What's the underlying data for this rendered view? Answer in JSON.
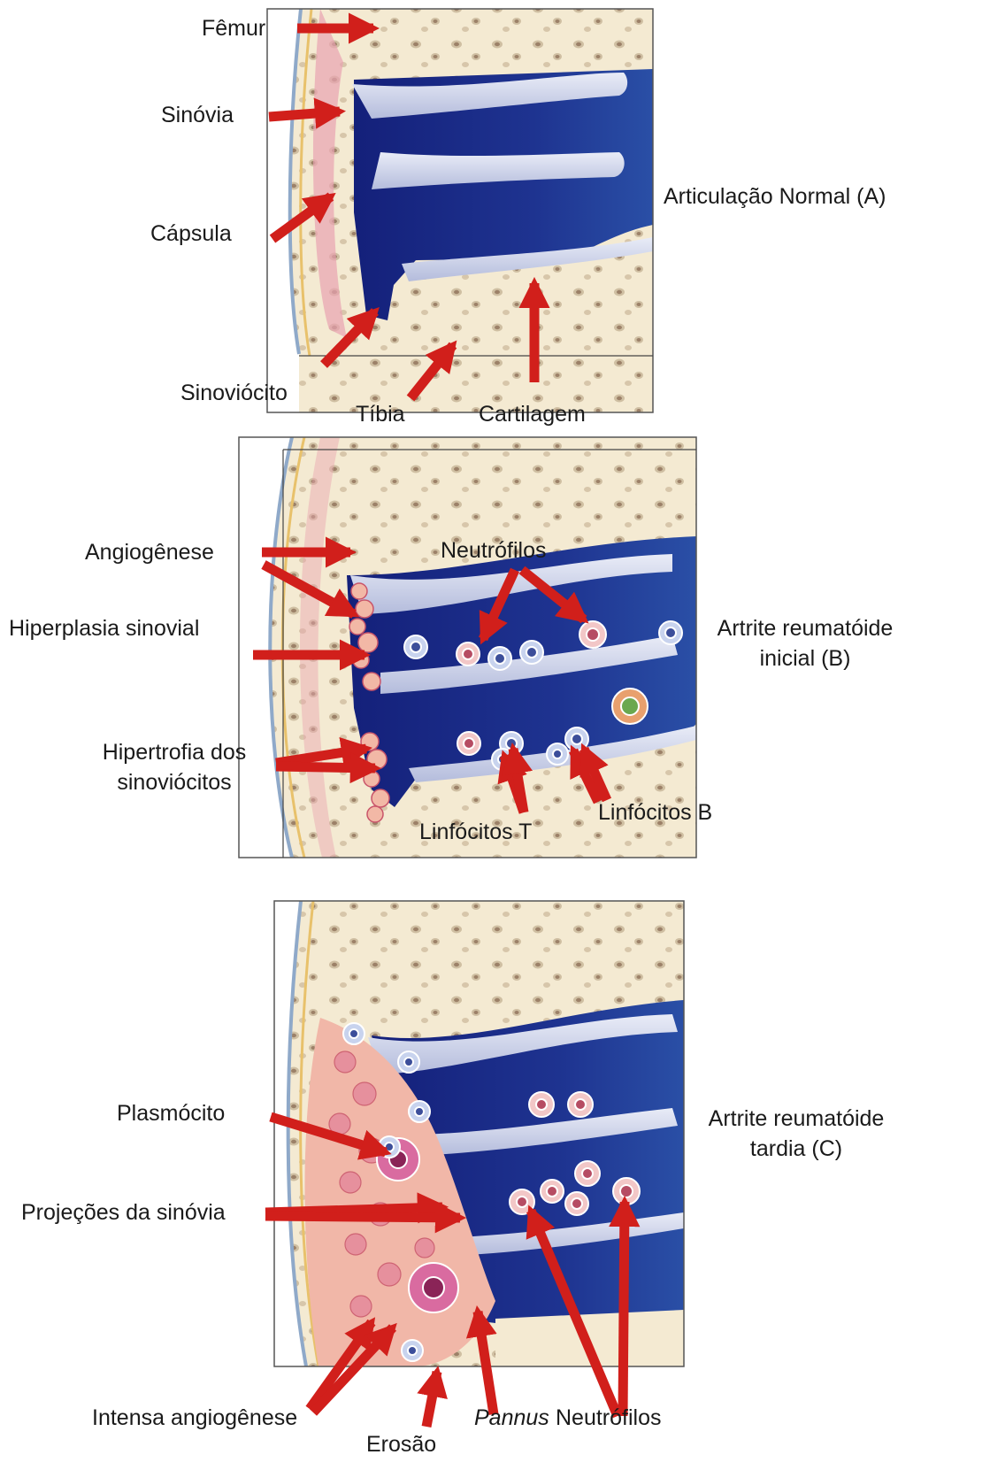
{
  "panels": [
    {
      "id": "A",
      "caption": "Articulação Normal (A)",
      "labels": {
        "femur": "Fêmur",
        "sinovia": "Sinóvia",
        "capsula": "Cápsula",
        "sinoviocito": "Sinoviócito",
        "tibia": "Tíbia",
        "cartilagem": "Cartilagem"
      }
    },
    {
      "id": "B",
      "caption_line1": "Artrite reumatóide",
      "caption_line2": "inicial (B)",
      "labels": {
        "angiogenese": "Angiogênese",
        "neutrofilos": "Neutrófilos",
        "hiperplasia": "Hiperplasia sinovial",
        "hipertrofia_line1": "Hipertrofia dos",
        "hipertrofia_line2": "sinoviócitos",
        "linfocitos_t": "Linfócitos T",
        "linfocitos_b": "Linfócitos B"
      }
    },
    {
      "id": "C",
      "caption_line1": "Artrite reumatóide",
      "caption_line2": "tardia (C)",
      "labels": {
        "plasmocito": "Plasmócito",
        "projecoes": "Projeções da sinóvia",
        "intensa": "Intensa angiogênese",
        "erosao": "Erosão",
        "pannus": "Pannus",
        "neutrofilos": "Neutrófilos"
      }
    }
  ],
  "colors": {
    "bone": "#f4ead2",
    "joint_space": "#1e2f86",
    "cartilage": "#cfd3ea",
    "synovium": "#e8a3b0",
    "arrow": "#d11f1b"
  }
}
